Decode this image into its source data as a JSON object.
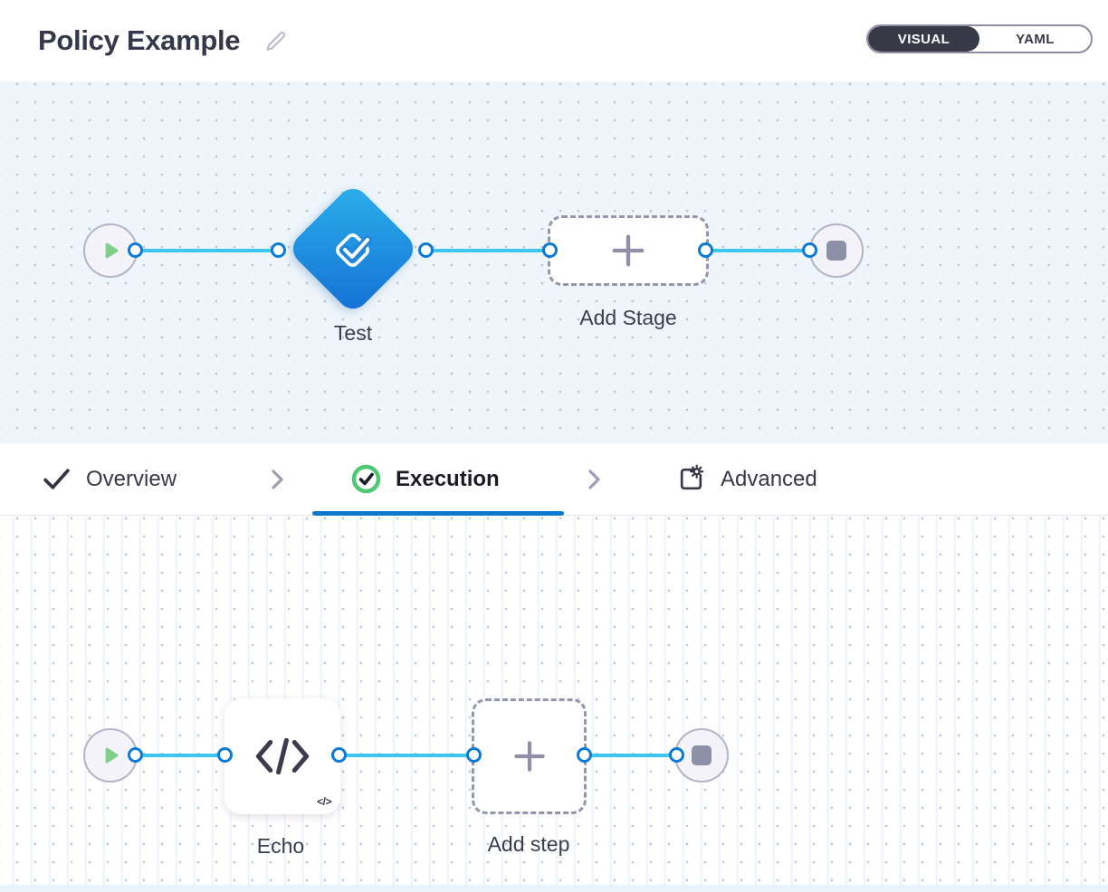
{
  "header": {
    "title": "Policy Example",
    "toggle": {
      "visual": "VISUAL",
      "yaml": "YAML",
      "selected": "VISUAL"
    }
  },
  "tabs": {
    "overview": {
      "label": "Overview",
      "icon": "check-icon",
      "completed": true
    },
    "execution": {
      "label": "Execution",
      "icon": "check-circle-icon",
      "active": true
    },
    "advanced": {
      "label": "Advanced",
      "icon": "advanced-settings-icon"
    }
  },
  "pipeline_canvas": {
    "start_icon": "play-icon",
    "stage_node": {
      "label": "Test",
      "icon": "approval-check-icon"
    },
    "add_stage_node": {
      "label": "Add Stage",
      "icon": "plus-icon"
    },
    "end_icon": "stop-icon"
  },
  "execution_canvas": {
    "start_icon": "play-icon",
    "step_node": {
      "label": "Echo",
      "icon": "code-icon",
      "badge": "</>"
    },
    "add_step_node": {
      "label": "Add step",
      "icon": "plus-icon"
    },
    "end_icon": "stop-icon"
  },
  "colors": {
    "accent_blue": "#0b79d0",
    "connector_blue": "#3ec6f3",
    "port_blue": "#0b7ad6",
    "stage_gradient_top": "#2cb0ea",
    "stage_gradient_bottom": "#1470d5",
    "success_green": "#4ec973",
    "play_green": "#7ed087",
    "dark_slate": "#383946",
    "canvas_top_bg": "#eef6fb"
  }
}
